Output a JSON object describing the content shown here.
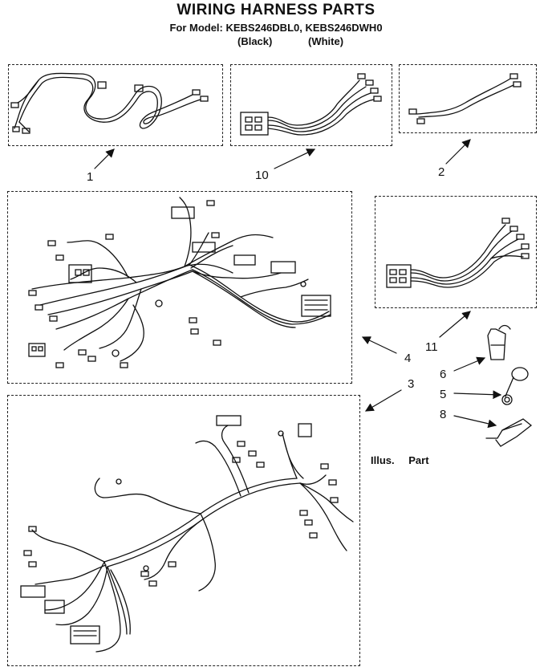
{
  "header": {
    "title": "WIRING HARNESS PARTS",
    "model_line": "For Model: KEBS246DBL0, KEBS246DWH0",
    "variant_black": "(Black)",
    "variant_white": "(White)"
  },
  "callouts": {
    "n1": "1",
    "n10": "10",
    "n2": "2",
    "n4": "4",
    "n11": "11",
    "n3": "3",
    "n6": "6",
    "n5": "5",
    "n8": "8"
  },
  "table_header": {
    "illus": "Illus.",
    "part": "Part"
  }
}
